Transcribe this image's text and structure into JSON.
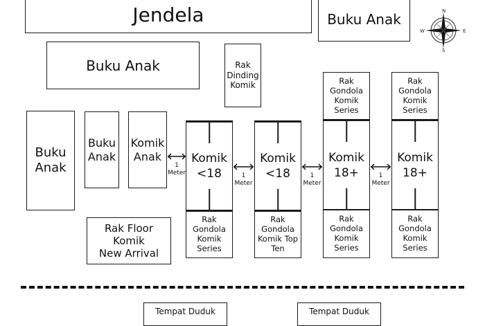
{
  "window_label": "Jendela",
  "buku_anak_top_right": "Buku Anak",
  "buku_anak_upper_left": "Buku Anak",
  "rak_dinding_komik": "Rak\nDinding\nKomik",
  "buku_anak_left_tall": "Buku\nAnak",
  "buku_anak_left_mid": "Buku\nAnak",
  "komik_anak": "Komik\nAnak",
  "rak_floor_new_arrival": "Rak Floor Komik\nNew Arrival",
  "shelves": [
    {
      "label": "Komik\n<18",
      "top_label": "",
      "bottom_label": "Rak\nGondola\nKomik\nSeries"
    },
    {
      "label": "Komik\n<18",
      "top_label": "",
      "bottom_label": "Rak\nGondola\nKomik Top\nTen"
    },
    {
      "label": "Komik\n18+",
      "top_label": "Rak\nGondola\nKomik\nSeries",
      "bottom_label": "Rak\nGondola\nKomik\nSeries"
    },
    {
      "label": "Komik\n18+",
      "top_label": "Rak\nGondola\nKomik\nSeries",
      "bottom_label": "Rak\nGondola\nKomik\nSeries"
    }
  ],
  "gap_label": "1\nMeter",
  "seating": [
    "Tempat Duduk",
    "Tempat Duduk"
  ],
  "compass": {
    "n": "N",
    "s": "S",
    "e": "E",
    "w": "W"
  }
}
